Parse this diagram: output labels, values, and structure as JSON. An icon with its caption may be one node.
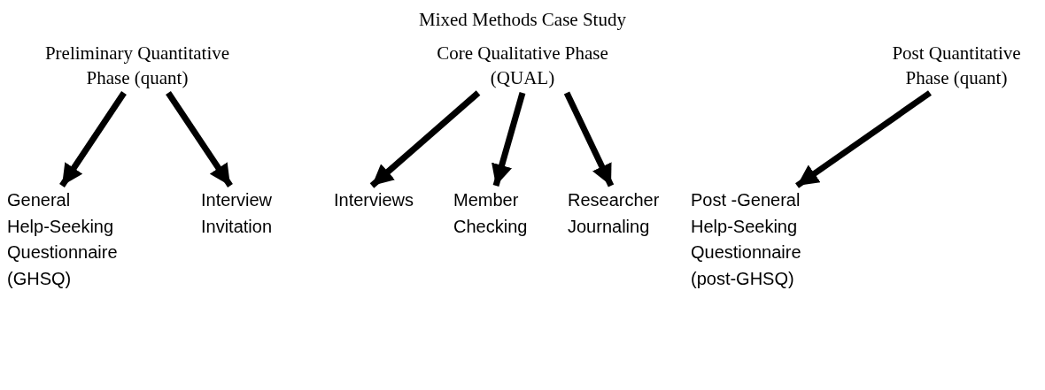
{
  "diagram": {
    "title": "Mixed Methods Case Study",
    "nodes": [
      {
        "text": [
          "Preliminary Quantitative Phase (quant)"
        ]
      },
      {
        "text": [
          "Core Qualitative Phase (QUAL)"
        ]
      },
      {
        "text": [
          "Post Quantitative Phase (quant)"
        ]
      },
      {
        "text": [
          "General Help-Seeking Questionnaire (GHSQ)"
        ]
      },
      {
        "text": [
          "Interview Invitation"
        ]
      },
      {
        "text": [
          "Interviews"
        ]
      },
      {
        "text": [
          "Member Checking"
        ]
      },
      {
        "text": [
          "Researcher Journaling"
        ]
      },
      {
        "text": [
          "Post -General Help-Seeking Questionnaire (post-GHSQ)"
        ]
      }
    ],
    "edges": [
      {
        "from": 0,
        "to": 3,
        "arrow": "to"
      },
      {
        "from": 0,
        "to": 4,
        "arrow": "to"
      },
      {
        "from": 1,
        "to": 5,
        "arrow": "to"
      },
      {
        "from": 1,
        "to": 6,
        "arrow": "to"
      },
      {
        "from": 1,
        "to": 7,
        "arrow": "to"
      },
      {
        "from": 2,
        "to": 8,
        "arrow": "to"
      }
    ]
  }
}
